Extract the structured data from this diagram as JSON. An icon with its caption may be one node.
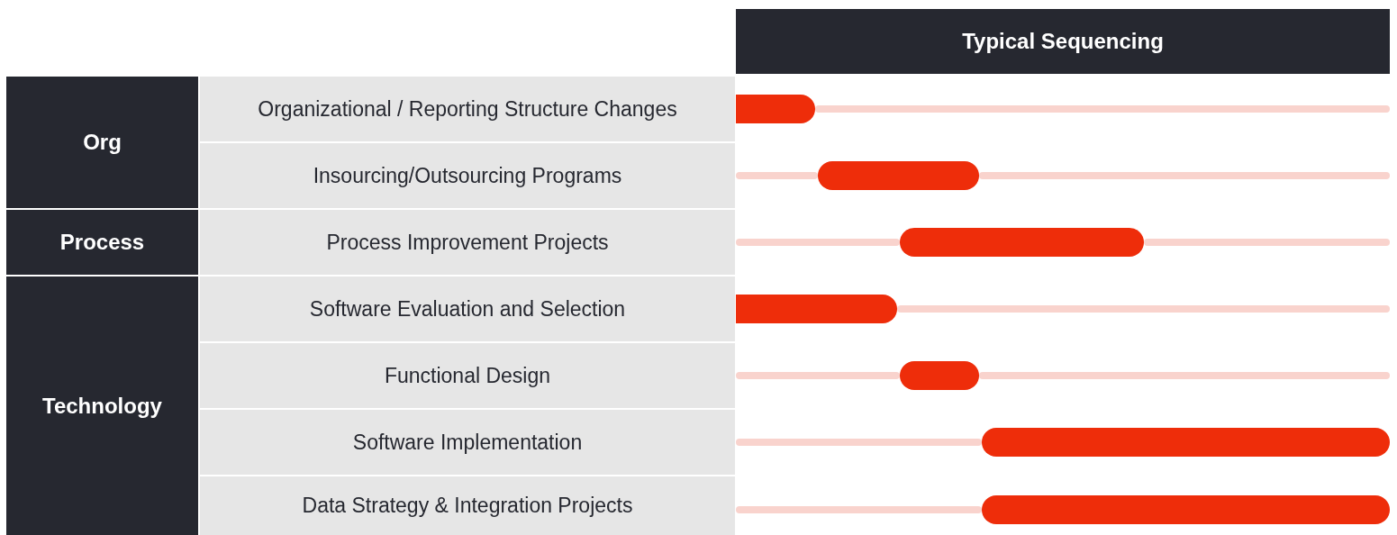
{
  "diagram": {
    "nodes": [
      {
        "text": [
          "Typical Sequencing"
        ]
      },
      {
        "text": [
          "Org"
        ]
      },
      {
        "text": [
          "Process"
        ]
      },
      {
        "text": [
          "Technology"
        ]
      },
      {
        "text": [
          "Organizational / Reporting Structure Changes"
        ]
      },
      {
        "text": [
          "Insourcing/Outsourcing Programs"
        ]
      },
      {
        "text": [
          "Process Improvement Projects"
        ]
      },
      {
        "text": [
          "Software Evaluation and Selection"
        ]
      },
      {
        "text": [
          "Functional Design"
        ]
      },
      {
        "text": [
          "Software Implementation"
        ]
      },
      {
        "text": [
          "Data Strategy & Integration Projects"
        ]
      },
      {
        "text": [],
        "shape": "bar"
      },
      {
        "text": [],
        "shape": "bar"
      },
      {
        "text": [],
        "shape": "bar"
      },
      {
        "text": [],
        "shape": "bar"
      },
      {
        "text": [],
        "shape": "bar"
      },
      {
        "text": [],
        "shape": "bar"
      },
      {
        "text": [],
        "shape": "bar"
      }
    ]
  }
}
